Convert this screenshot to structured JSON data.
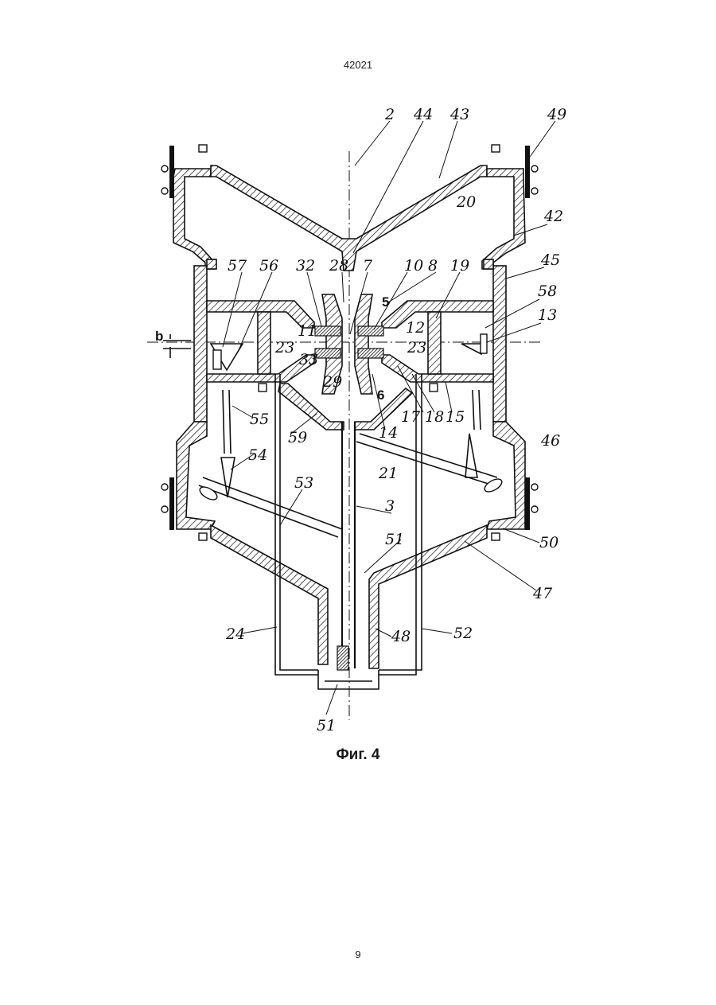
{
  "header": {
    "document_number": "42021"
  },
  "figure": {
    "caption": "Фиг. 4",
    "labels": {
      "l2": "2",
      "l44": "44",
      "l43": "43",
      "l49": "49",
      "l20": "20",
      "l42": "42",
      "l45": "45",
      "l58": "58",
      "l13": "13",
      "l57": "57",
      "l56": "56",
      "l32": "32",
      "l28": "28",
      "l7": "7",
      "l10": "10",
      "l8": "8",
      "l19": "19",
      "l5": "5",
      "l11": "11",
      "l12": "12",
      "lb": "b",
      "l23a": "23",
      "l23b": "23",
      "l33": "33",
      "l29": "29",
      "l6": "6",
      "l17": "17",
      "l18": "18",
      "l15": "15",
      "l14": "14",
      "l55": "55",
      "l59": "59",
      "l46": "46",
      "l54": "54",
      "l21": "21",
      "l53": "53",
      "l3": "3",
      "l50": "50",
      "l51a": "51",
      "l47": "47",
      "l24": "24",
      "l48": "48",
      "l52": "52",
      "l51b": "51"
    }
  },
  "footer": {
    "page_number": "9"
  }
}
